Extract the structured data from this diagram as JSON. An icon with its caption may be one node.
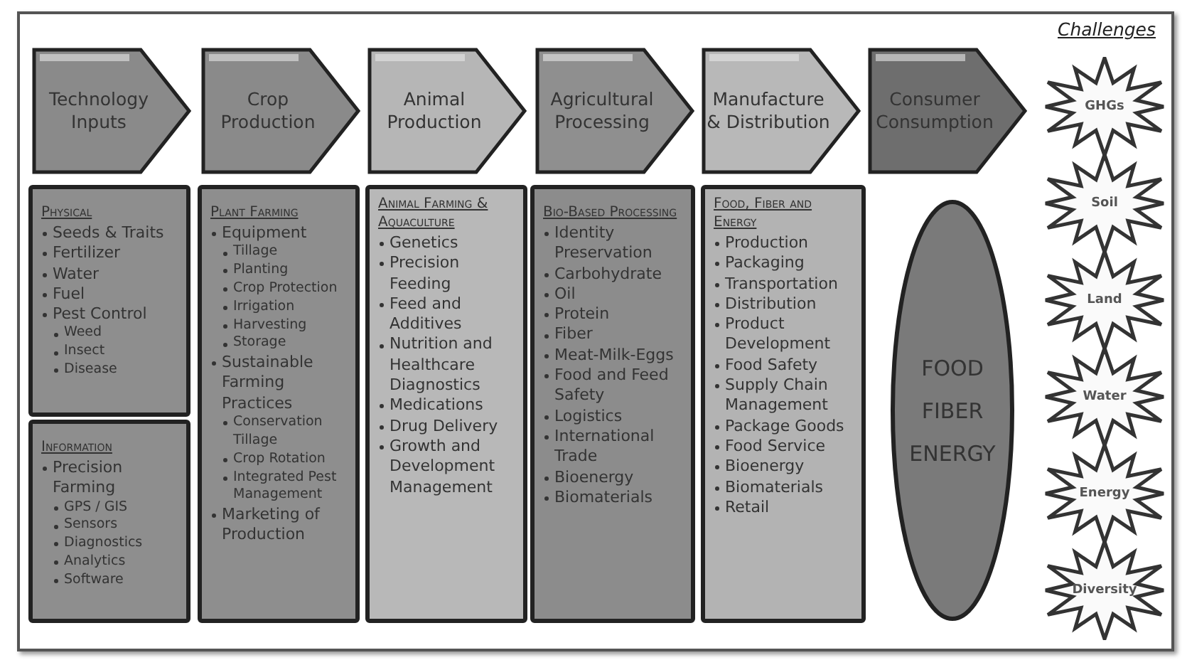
{
  "diagram": {
    "nodes": [
      {
        "text": [
          "Technology Inputs"
        ]
      },
      {
        "text": [
          "Crop Production"
        ]
      },
      {
        "text": [
          "Animal Production"
        ]
      },
      {
        "text": [
          "Agricultural Processing"
        ]
      },
      {
        "text": [
          "Manufacture & Distribution"
        ]
      },
      {
        "text": [
          "Consumer Consumption"
        ]
      },
      {
        "text": [
          "Physical",
          "Seeds & Traits",
          "Fertilizer",
          "Water",
          "Fuel",
          "Pest Control",
          "Weed",
          "Insect",
          "Disease"
        ]
      },
      {
        "text": [
          "Information",
          "Precision Farming",
          "GPS / GIS",
          "Sensors",
          "Diagnostics",
          "Analytics",
          "Software"
        ]
      },
      {
        "text": [
          "Plant Farming",
          "Equipment",
          "Tillage",
          "Planting",
          "Crop Protection",
          "Irrigation",
          "Harvesting",
          "Storage",
          "Sustainable Farming Practices",
          "Conservation Tillage",
          "Crop Rotation",
          "Integrated Pest Management",
          "Marketing of Production"
        ]
      },
      {
        "text": [
          "Animal Farming & Aquaculture",
          "Genetics",
          "Precision Feeding",
          "Feed and Additives",
          "Nutrition and Healthcare Diagnostics",
          "Medications",
          "Drug Delivery",
          "Growth and Development Management"
        ]
      },
      {
        "text": [
          "Bio-Based Processing",
          "Identity Preservation",
          "Carbohydrate",
          "Oil",
          "Protein",
          "Fiber",
          "Meat-Milk-Eggs",
          "Food and Feed Safety",
          "Logistics",
          "International Trade",
          "Bioenergy",
          "Biomaterials"
        ]
      },
      {
        "text": [
          "Food, Fiber and Energy",
          "Production",
          "Packaging",
          "Transportation",
          "Distribution",
          "Product Development",
          "Food Safety",
          "Supply Chain Management",
          "Package Goods",
          "Food Service",
          "Bioenergy",
          "Biomaterials",
          "Retail"
        ]
      },
      {
        "text": [
          "FOOD",
          "FIBER",
          "ENERGY"
        ]
      },
      {
        "text": [
          "GHGs"
        ]
      },
      {
        "text": [
          "Soil"
        ]
      },
      {
        "text": [
          "Land"
        ]
      },
      {
        "text": [
          "Water"
        ]
      },
      {
        "text": [
          "Energy"
        ]
      },
      {
        "text": [
          "Diversity"
        ]
      }
    ],
    "labels": [
      "Challenges"
    ]
  }
}
